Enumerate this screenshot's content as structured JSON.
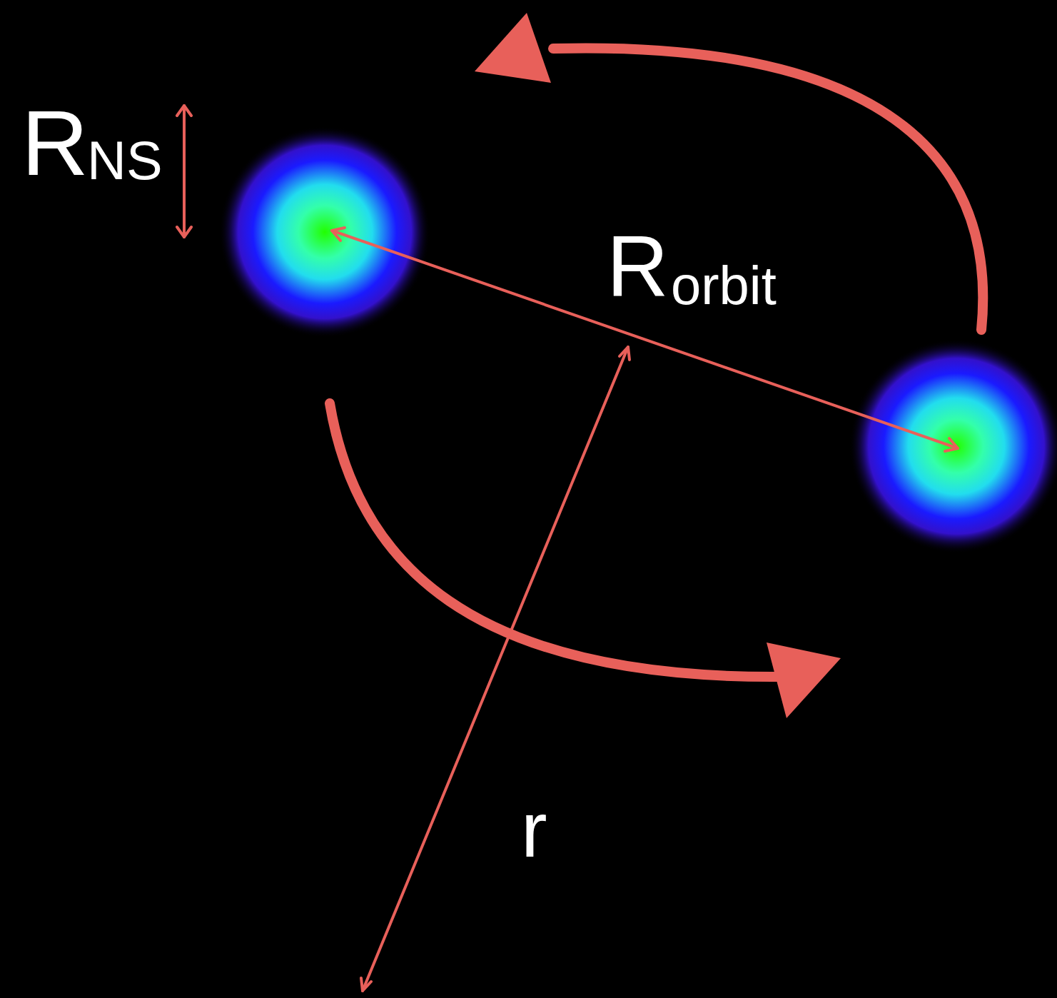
{
  "diagram": {
    "labels": [
      "R",
      "NS",
      "R",
      "orbit",
      "r"
    ]
  }
}
